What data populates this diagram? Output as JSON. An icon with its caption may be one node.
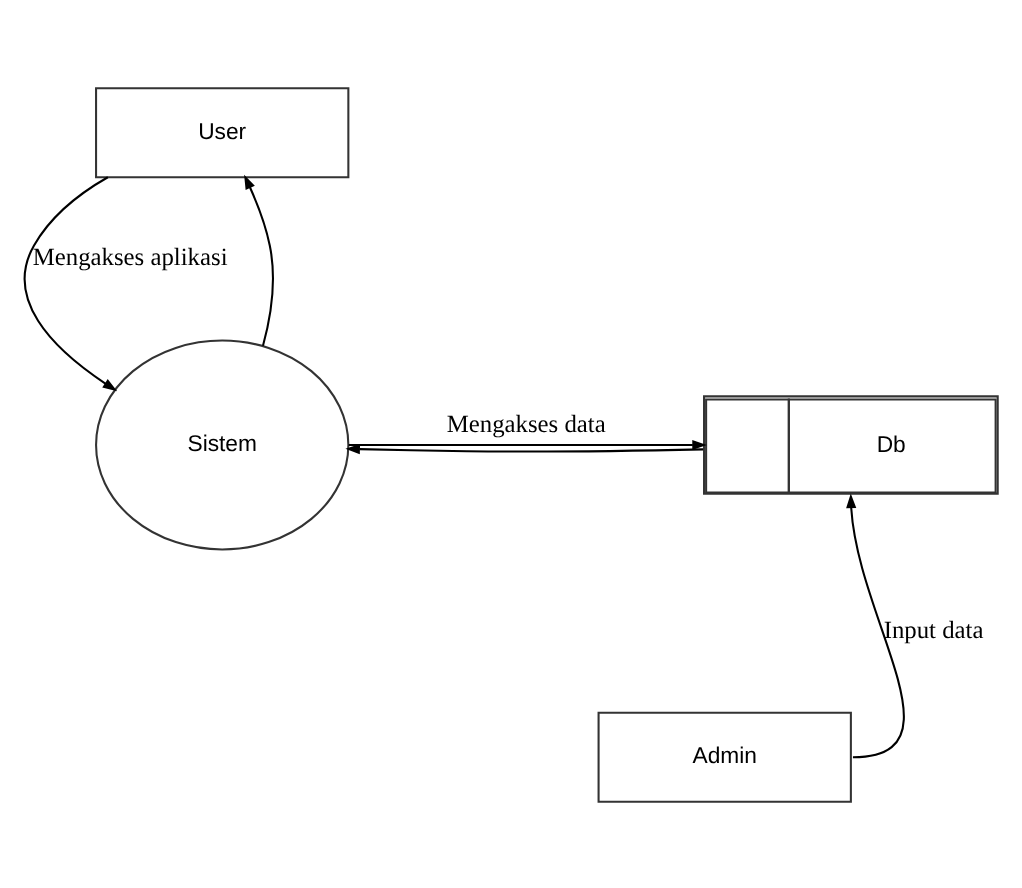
{
  "diagram": {
    "nodes": [
      {
        "text": [
          "User"
        ]
      },
      {
        "text": [
          "Sistem"
        ]
      },
      {
        "text": [
          "Db"
        ]
      },
      {
        "text": [
          "Admin"
        ]
      }
    ],
    "edges": [
      {
        "from": 1,
        "to": 0,
        "arrow": "to"
      },
      {
        "from": 0,
        "to": 1,
        "arrow": "to",
        "label": "Mengakses aplikasi"
      },
      {
        "from": 1,
        "to": 2,
        "arrow": "to",
        "label": "Mengakses data"
      },
      {
        "from": 2,
        "to": 1,
        "arrow": "to"
      },
      {
        "from": 3,
        "to": 2,
        "arrow": "to",
        "label": "Input data"
      }
    ]
  }
}
